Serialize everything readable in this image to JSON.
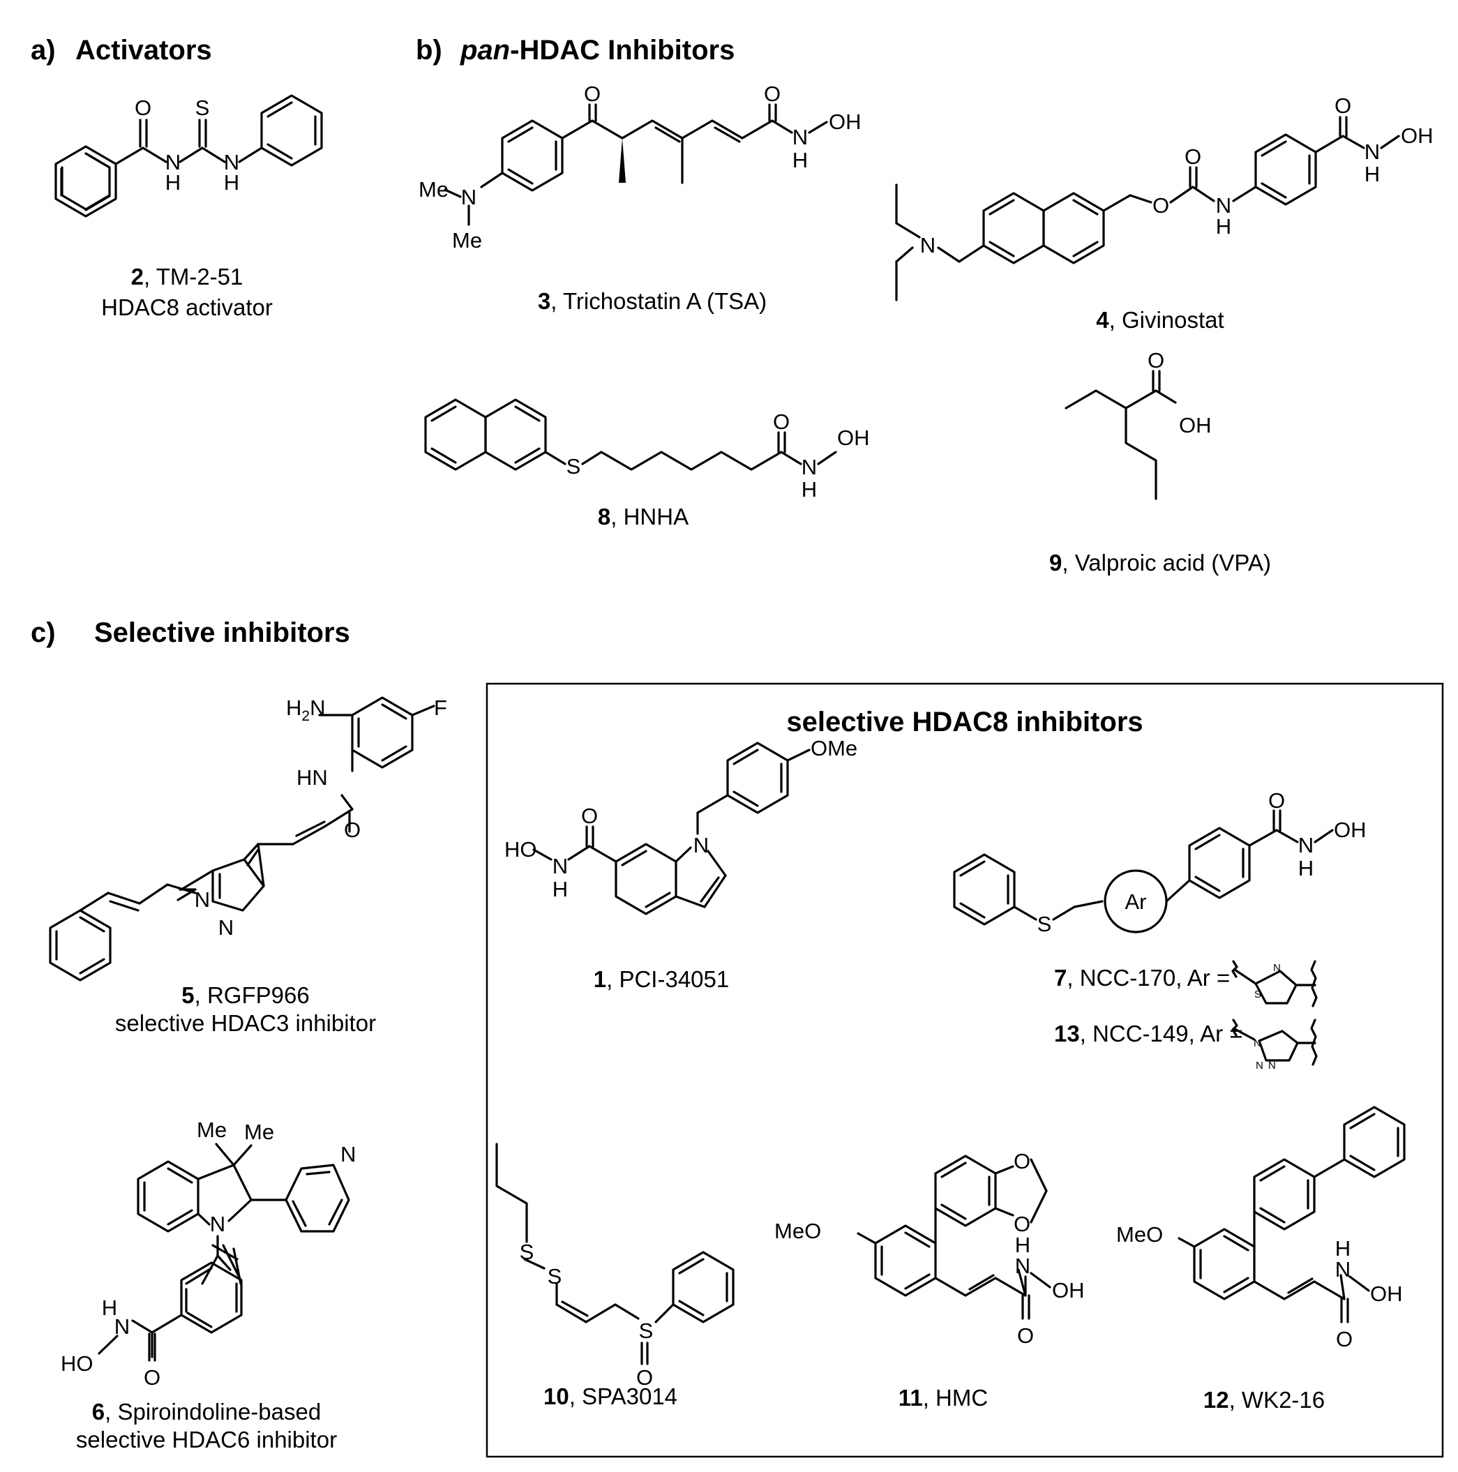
{
  "sections": {
    "a": {
      "tag": "a)",
      "title": "Activators"
    },
    "b": {
      "tag": "b)",
      "title_italic": "pan",
      "title_rest": "-HDAC Inhibitors"
    },
    "c": {
      "tag": "c)",
      "title": "Selective inhibitors"
    }
  },
  "box_title": "selective HDAC8 inhibitors",
  "compounds": {
    "c2": {
      "num": "2",
      "name": ", TM-2-51",
      "line2": "HDAC8 activator"
    },
    "c3": {
      "num": "3",
      "name": ", Trichostatin A (TSA)"
    },
    "c4": {
      "num": "4",
      "name": ", Givinostat"
    },
    "c8": {
      "num": "8",
      "name": ", HNHA"
    },
    "c9": {
      "num": "9",
      "name": ", Valproic acid (VPA)"
    },
    "c5": {
      "num": "5",
      "name": ", RGFP966",
      "line2": "selective HDAC3 inhibitor"
    },
    "c6": {
      "num": "6",
      "name": ", Spiroindoline-based",
      "line2": "selective HDAC6 inhibitor"
    },
    "c1": {
      "num": "1",
      "name": ", PCI-34051"
    },
    "c7": {
      "num": "7",
      "name": ", NCC-170, Ar ="
    },
    "c13": {
      "num": "13",
      "name": ", NCC-149, Ar ="
    },
    "c10": {
      "num": "10",
      "name": ", SPA3014"
    },
    "c11": {
      "num": "11",
      "name": ", HMC"
    },
    "c12": {
      "num": "12",
      "name": ", WK2-16"
    }
  },
  "atoms": {
    "O": "O",
    "S": "S",
    "N": "N",
    "H": "H",
    "F": "F",
    "OH": "OH",
    "HO": "HO",
    "HN": "HN",
    "Me": "Me",
    "OMe": "OMe",
    "MeO": "MeO",
    "H2N_H": "H",
    "H2N_2": "2",
    "H2N_N": "N",
    "Ar": "Ar"
  }
}
